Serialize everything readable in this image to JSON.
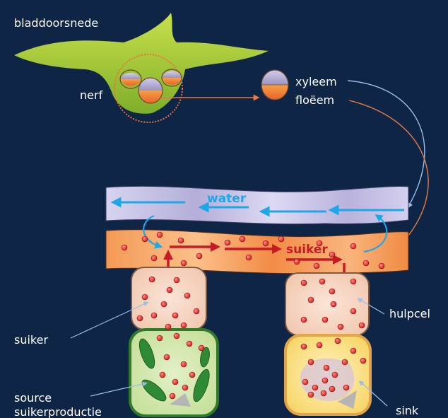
{
  "labels": {
    "bladdoorsnede": "bladdoorsnede",
    "nerf": "nerf",
    "xyleem": "xyleem",
    "floeem": "floëem",
    "water": "water",
    "suiker_flow": "suiker",
    "suiker": "suiker",
    "hulpcel": "hulpcel",
    "source_line1": "source",
    "source_line2": "suikerproductie",
    "sink": "sink"
  },
  "colors": {
    "background": "#0f2545",
    "leaf": "#a4cf34",
    "xylem": "#b6b3db",
    "phloem": "#f0873c",
    "water_arrow": "#1ea7e6",
    "sugar_arrow": "#c81a24",
    "sugar_dot": "#e2231a",
    "companion_cell": "#f6d6c2",
    "source_cell": "#cfe6a6",
    "chloroplast": "#2f8a35",
    "sink_cell": "#fbe28a",
    "xylem_pointer": "#8fb3e6",
    "phloem_pointer": "#e87a45"
  }
}
